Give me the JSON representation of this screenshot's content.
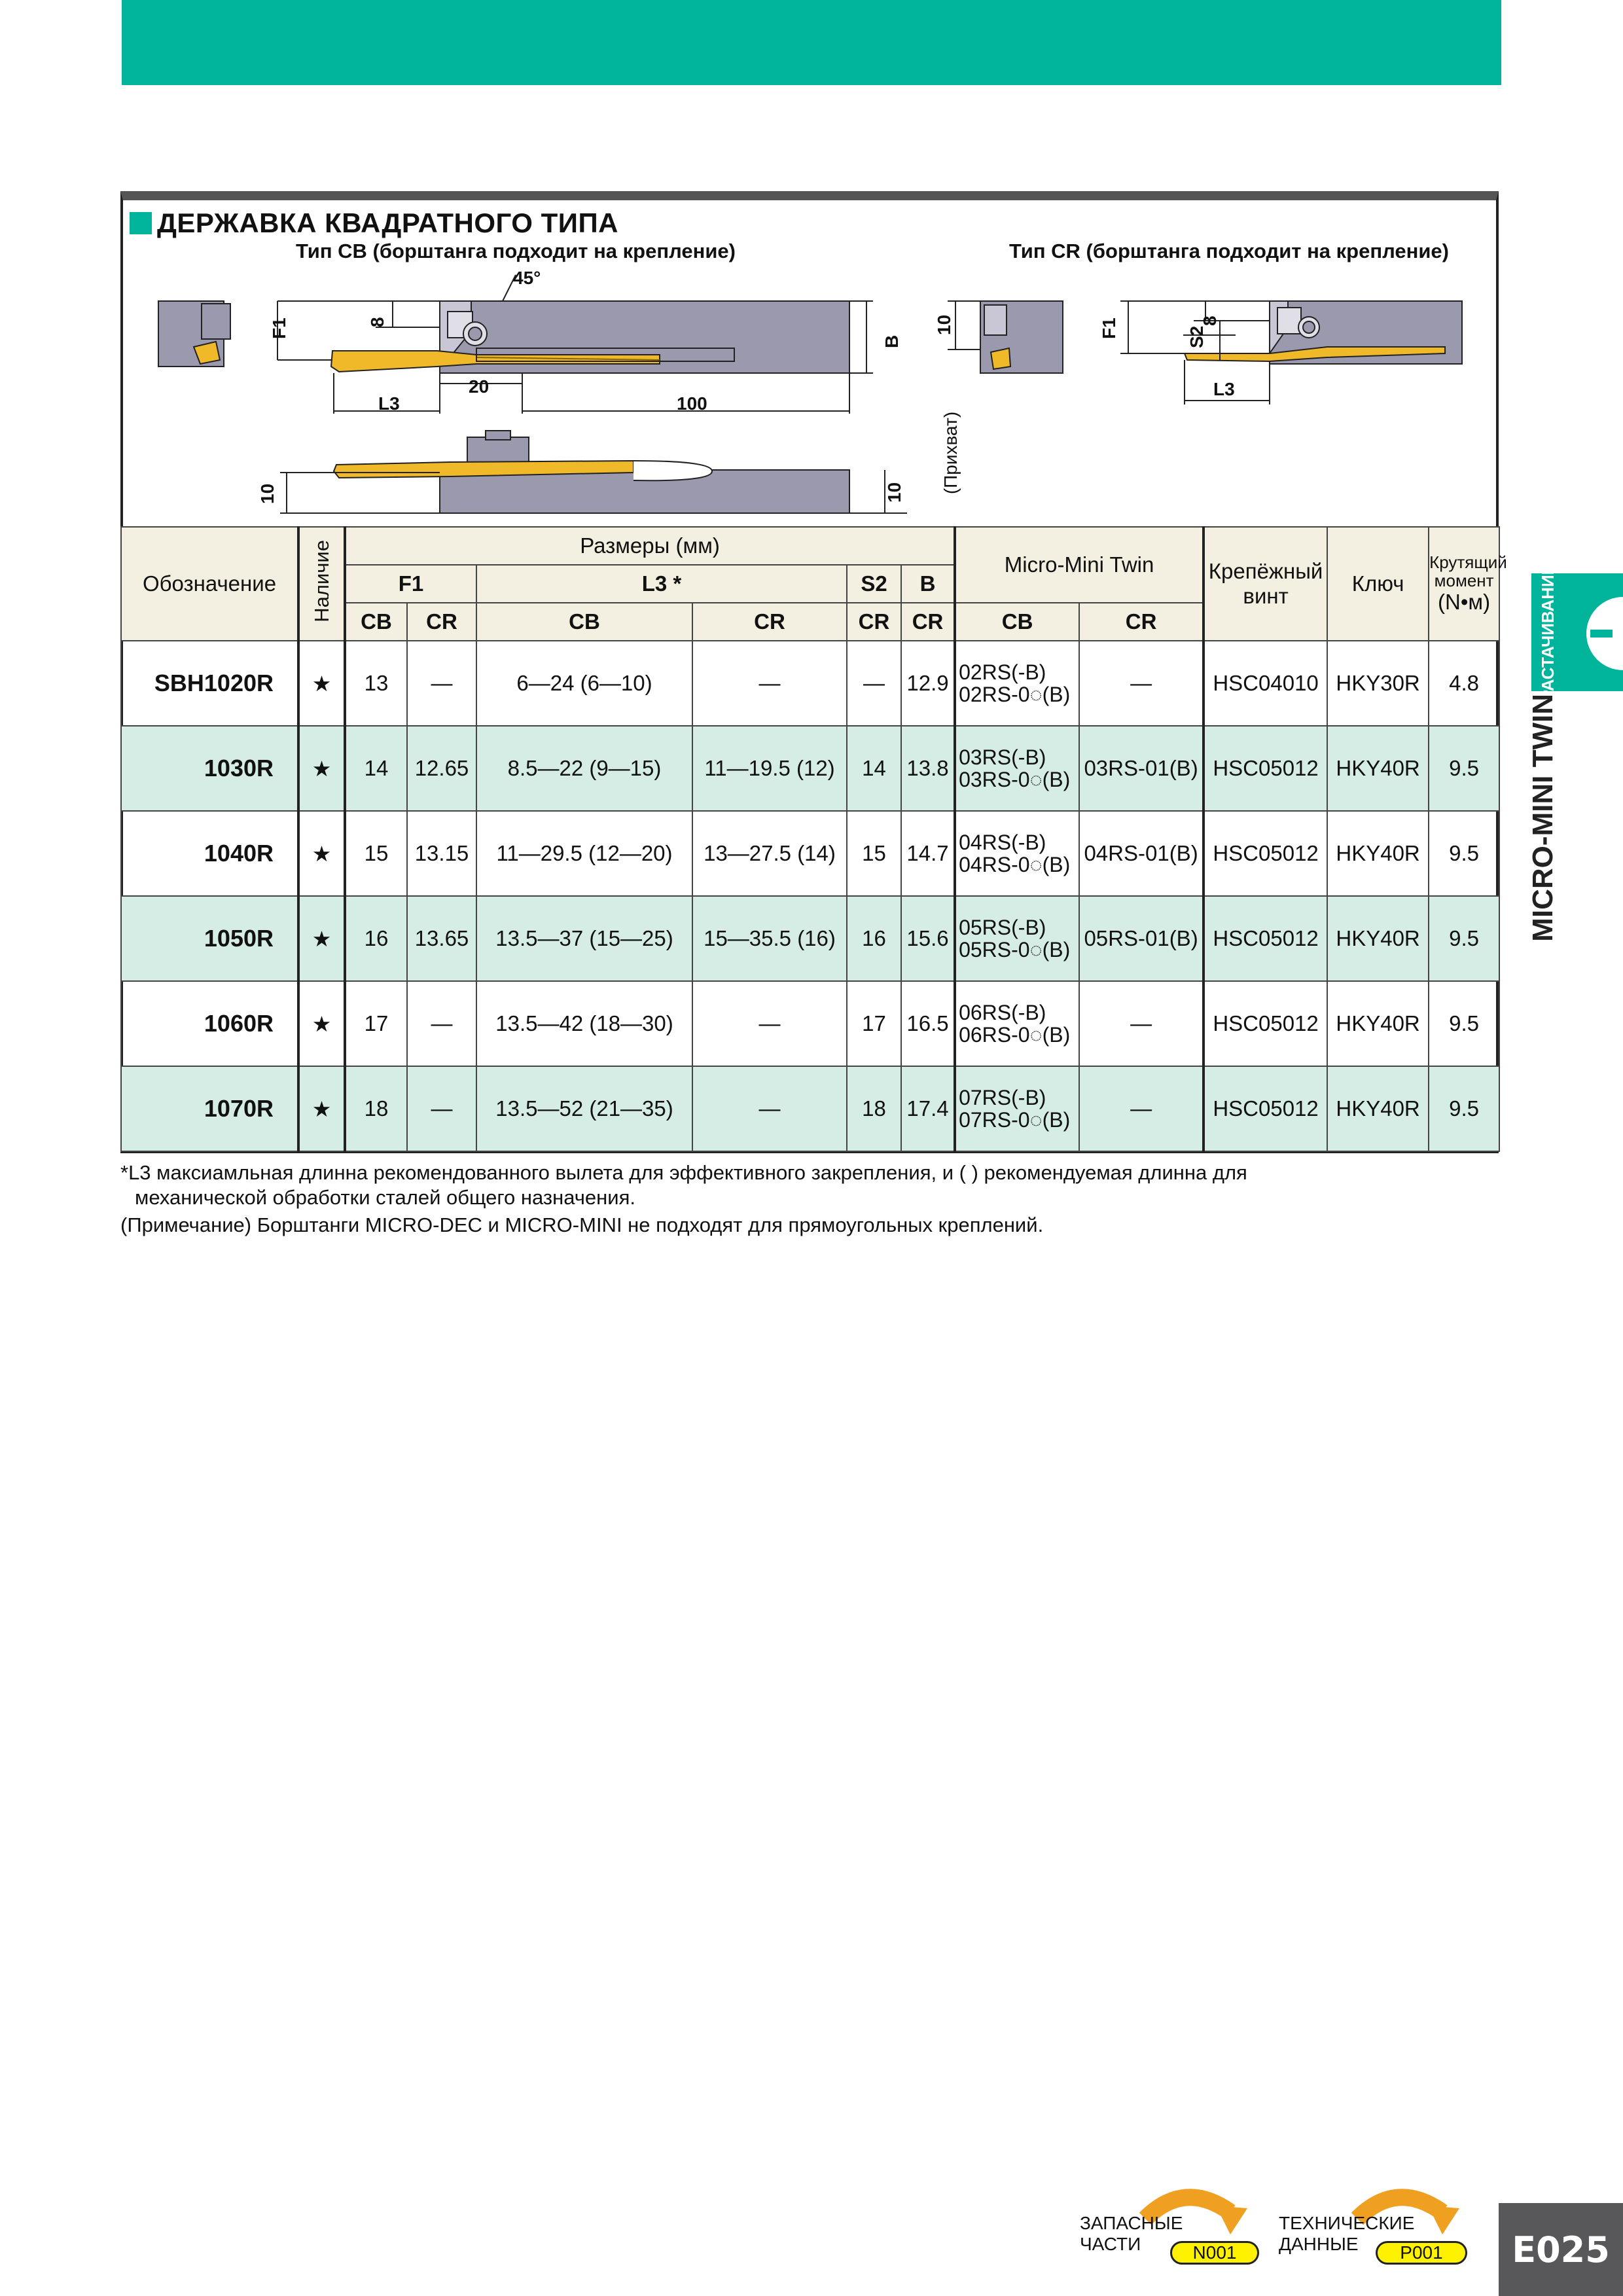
{
  "section": {
    "title": "ДЕРЖАВКА КВАДРАТНОГО ТИПА",
    "sub_cb": "Тип CB (борштанга подходит на крепление)",
    "sub_cr": "Тип CR (борштанга подходит на крепление)"
  },
  "drawing": {
    "angle": "45°",
    "dim_f1": "F1",
    "dim_8": "8",
    "dim_10": "10",
    "dim_20": "20",
    "dim_100": "100",
    "dim_l3": "L3",
    "dim_b": "B",
    "dim_s2": "S2",
    "clamp": "(Прихват)"
  },
  "table": {
    "h_designation": "Обозначение",
    "h_stock": "Наличие",
    "h_dims": "Размеры (мм)",
    "h_f1": "F1",
    "h_l3": "L3 *",
    "h_s2": "S2",
    "h_b": "B",
    "h_twin": "Micro-Mini Twin",
    "h_screw": "Крепёжный винт",
    "h_key": "Ключ",
    "h_torque": "Крутящий момент",
    "h_torque_unit": "(N•м)",
    "h_cb": "CB",
    "h_cr": "CR",
    "rows": [
      {
        "des": "SBH1020R",
        "stock": "★",
        "f1cb": "13",
        "f1cr": "—",
        "l3cb": "6—24 (6—10)",
        "l3cr": "—",
        "s2": "—",
        "b": "12.9",
        "tcb1": "02RS(-B)",
        "tcb2": "02RS-0◌(B)",
        "tcr": "—",
        "screw": "HSC04010",
        "key": "HKY30R",
        "torque": "4.8"
      },
      {
        "des": "1030R",
        "stock": "★",
        "f1cb": "14",
        "f1cr": "12.65",
        "l3cb": "8.5—22 (9—15)",
        "l3cr": "11—19.5 (12)",
        "s2": "14",
        "b": "13.8",
        "tcb1": "03RS(-B)",
        "tcb2": "03RS-0◌(B)",
        "tcr": "03RS-01(B)",
        "screw": "HSC05012",
        "key": "HKY40R",
        "torque": "9.5"
      },
      {
        "des": "1040R",
        "stock": "★",
        "f1cb": "15",
        "f1cr": "13.15",
        "l3cb": "11—29.5 (12—20)",
        "l3cr": "13—27.5 (14)",
        "s2": "15",
        "b": "14.7",
        "tcb1": "04RS(-B)",
        "tcb2": "04RS-0◌(B)",
        "tcr": "04RS-01(B)",
        "screw": "HSC05012",
        "key": "HKY40R",
        "torque": "9.5"
      },
      {
        "des": "1050R",
        "stock": "★",
        "f1cb": "16",
        "f1cr": "13.65",
        "l3cb": "13.5—37 (15—25)",
        "l3cr": "15—35.5 (16)",
        "s2": "16",
        "b": "15.6",
        "tcb1": "05RS(-B)",
        "tcb2": "05RS-0◌(B)",
        "tcr": "05RS-01(B)",
        "screw": "HSC05012",
        "key": "HKY40R",
        "torque": "9.5"
      },
      {
        "des": "1060R",
        "stock": "★",
        "f1cb": "17",
        "f1cr": "—",
        "l3cb": "13.5—42 (18—30)",
        "l3cr": "—",
        "s2": "17",
        "b": "16.5",
        "tcb1": "06RS(-B)",
        "tcb2": "06RS-0◌(B)",
        "tcr": "—",
        "screw": "HSC05012",
        "key": "HKY40R",
        "torque": "9.5"
      },
      {
        "des": "1070R",
        "stock": "★",
        "f1cb": "18",
        "f1cr": "—",
        "l3cb": "13.5—52 (21—35)",
        "l3cr": "—",
        "s2": "18",
        "b": "17.4",
        "tcb1": "07RS(-B)",
        "tcb2": "07RS-0◌(B)",
        "tcr": "—",
        "screw": "HSC05012",
        "key": "HKY40R",
        "torque": "9.5"
      }
    ]
  },
  "notes": {
    "n1a": "*L3 максиамльная длинна рекомендованного вылета для эффективного закрепления, и ( ) рекомендуемая длинна для",
    "n1b": "механической обработки сталей общего назначения.",
    "n2": "(Примечание) Борштанги MICRO-DEC и MICRO-MINI не подходят для прямоугольных креплений."
  },
  "side": {
    "category": "РАСТАЧИВАНИЕ",
    "name": "MICRO-MINI TWIN"
  },
  "footer": {
    "spare_l1": "ЗАПАСНЫЕ",
    "spare_l2": "ЧАСТИ",
    "spare_ref": "N001",
    "tech_l1": "ТЕХНИЧЕСКИЕ",
    "tech_l2": "ДАННЫЕ",
    "tech_ref": "P001",
    "page": "E025"
  },
  "colors": {
    "accent": "#00b49c",
    "row_alt": "#d6ede6",
    "header_bg": "#f3efe1",
    "holder": "#9b99ad",
    "insert": "#f0b92a"
  }
}
